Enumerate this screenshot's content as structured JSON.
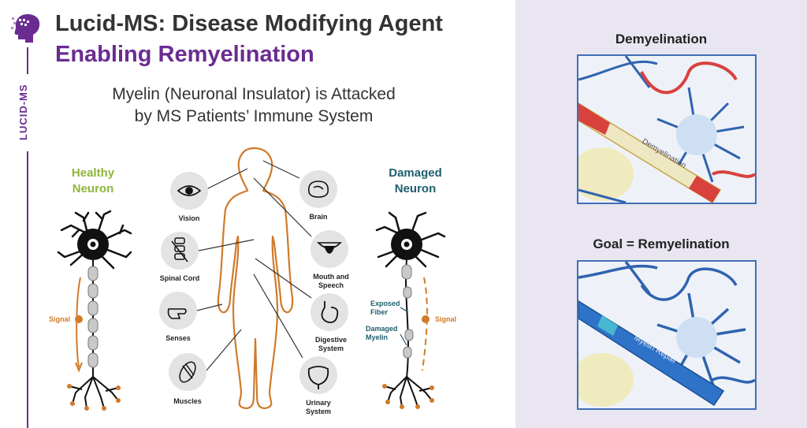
{
  "header": {
    "title": "Lucid-MS: Disease Modifying Agent",
    "subtitle": "Enabling Remyelination",
    "rail_label": "LUCID-MS"
  },
  "statement": {
    "line1": "Myelin (Neuronal Insulator) is Attacked",
    "line2": "by MS Patients’ Immune System"
  },
  "neurons": {
    "healthy_line1": "Healthy",
    "healthy_line2": "Neuron",
    "damaged_line1": "Damaged",
    "damaged_line2": "Neuron",
    "signal_left": "Signal",
    "signal_right": "Signal",
    "exposed_line1": "Exposed",
    "exposed_line2": "Fiber",
    "damaged_myelin_line1": "Damaged",
    "damaged_myelin_line2": "Myelin"
  },
  "body_parts": {
    "vision": "Vision",
    "spinal_cord": "Spinal Cord",
    "senses": "Senses",
    "muscles": "Muscles",
    "brain": "Brain",
    "mouth_line1": "Mouth and",
    "mouth_line2": "Speech",
    "digestive_line1": "Digestive",
    "digestive_line2": "System",
    "urinary_line1": "Urinary",
    "urinary_line2": "System"
  },
  "panel": {
    "heading1": "Demyelination",
    "heading2": "Goal = Remyelination",
    "image1_label": "Demyelination",
    "image2_label": "Myelin Repair"
  },
  "colors": {
    "brand_purple": "#6a2c91",
    "healthy_green": "#8db63c",
    "damaged_teal": "#1f5e6e",
    "body_orange": "#d07a2a"
  }
}
